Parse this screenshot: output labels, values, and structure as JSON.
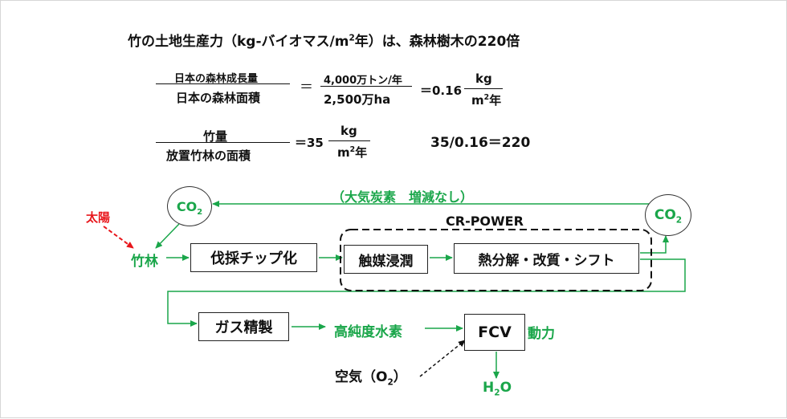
{
  "title": {
    "pre": "竹の土地生産力（kg-バイオマス/m",
    "sup": "2",
    "post": "年）は、森林樹木の220倍"
  },
  "eq1": {
    "num": "日本の森林成長量",
    "den": "日本の森林面積",
    "equals": "＝",
    "rnum": "4,000万トン/年",
    "rden": "2,500万ha",
    "result": "＝0.16",
    "unit_num": "kg",
    "unit_den_pre": "m",
    "unit_den_sup": "2",
    "unit_den_post": "年"
  },
  "eq2": {
    "num": "竹量",
    "den": "放置竹林の面積",
    "result": "＝35",
    "unit_num": "kg",
    "unit_den_pre": "m",
    "unit_den_sup": "2",
    "unit_den_post": "年",
    "ratio": "35/0.16＝220"
  },
  "flow": {
    "sun": "太陽",
    "bamboo": "竹林",
    "co2_left": {
      "pre": "CO",
      "sub": "2"
    },
    "co2_right": {
      "pre": "CO",
      "sub": "2"
    },
    "carbon_label": "（大気炭素　増減なし）",
    "crpower": "CR-POWER",
    "box_cut": "伐採チップ化",
    "box_catalyst": "触媒浸潤",
    "box_thermal": "熱分解・改質・シフト",
    "box_gas": "ガス精製",
    "hydrogen": "高純度水素",
    "fcv": "FCV",
    "power": "動力",
    "air": {
      "pre": "空気（O",
      "sub": "2",
      "post": "）"
    },
    "water": {
      "pre": "H",
      "sub": "2",
      "post": "O"
    }
  },
  "colors": {
    "green": "#1aa64a",
    "red": "#e8161b",
    "black": "#111111"
  }
}
